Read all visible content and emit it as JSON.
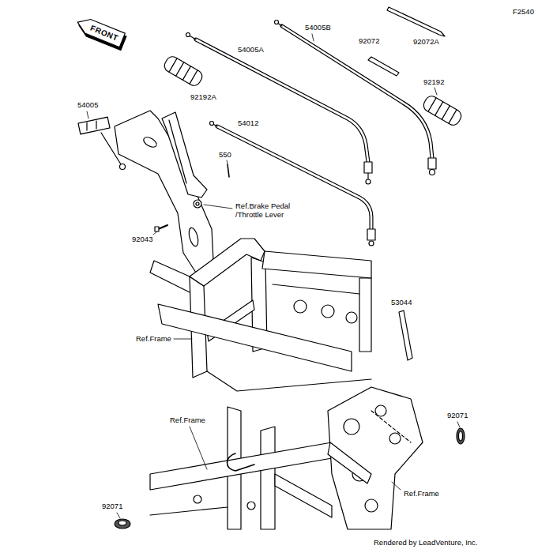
{
  "diagram": {
    "nodes": [
      {
        "text": [
          "FRONT"
        ]
      }
    ],
    "labels": [
      "F2540",
      "54005B",
      "92072",
      "92072A",
      "54005A",
      "92192",
      "92192A",
      "54005",
      "54012",
      "550",
      "Ref.Brake Pedal /Throttle Lever",
      "92043",
      "53044",
      "Ref.Frame",
      "92071",
      "Ref.Frame",
      "Ref.Frame",
      "92071",
      "Rendered by LeadVenture, Inc."
    ]
  }
}
